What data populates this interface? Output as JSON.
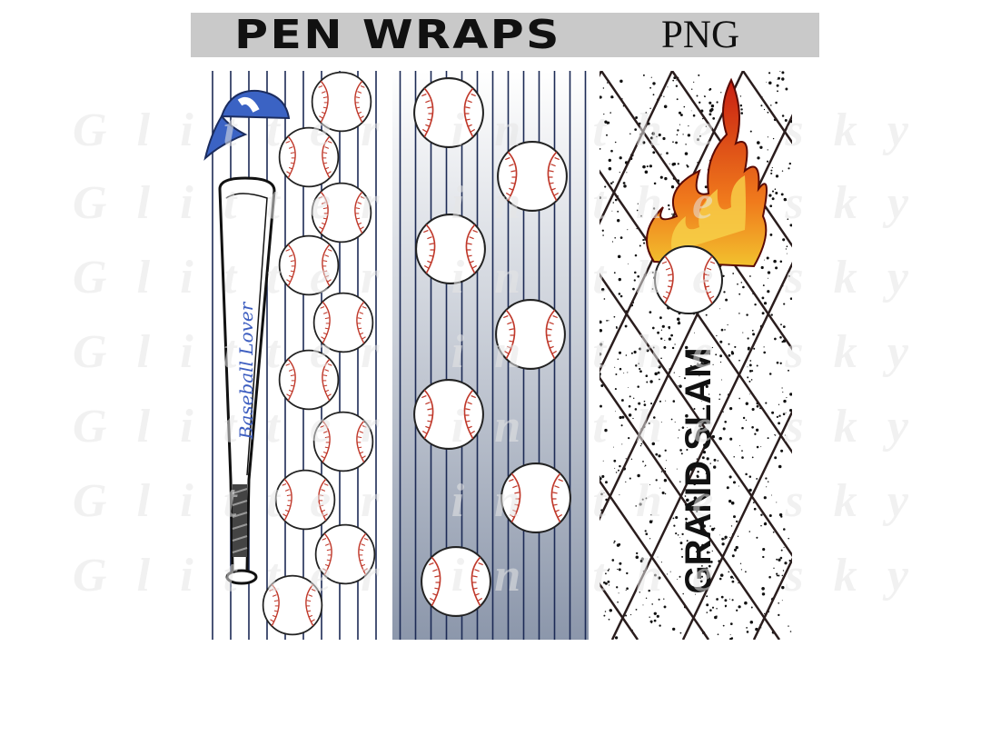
{
  "header": {
    "title": "PEN WRAPS",
    "format": "PNG",
    "bar_color": "#c9c9c9"
  },
  "wraps": [
    {
      "name": "pinstripe-bat",
      "background": "white with navy pinstripes",
      "bat_text": "Baseball Lover",
      "icons": [
        "baseball-cap-icon",
        "baseball-bat-icon",
        "baseball-icon"
      ],
      "stripe_color": "#1c2a55",
      "cap_color": "#3b63c4",
      "text_color": "#3d5ec0"
    },
    {
      "name": "pinstripe-gradient",
      "background": "white to grey gradient with navy pinstripes",
      "icons": [
        "baseball-icon"
      ],
      "stripe_color": "#1c2a55"
    },
    {
      "name": "grand-slam",
      "background": "white speckled with diagonal grid",
      "text": "GRAND SLAM",
      "icons": [
        "flaming-baseball-icon"
      ],
      "flame_color": "#d8321a"
    }
  ],
  "watermark": {
    "text": "Glitter in the sky"
  }
}
